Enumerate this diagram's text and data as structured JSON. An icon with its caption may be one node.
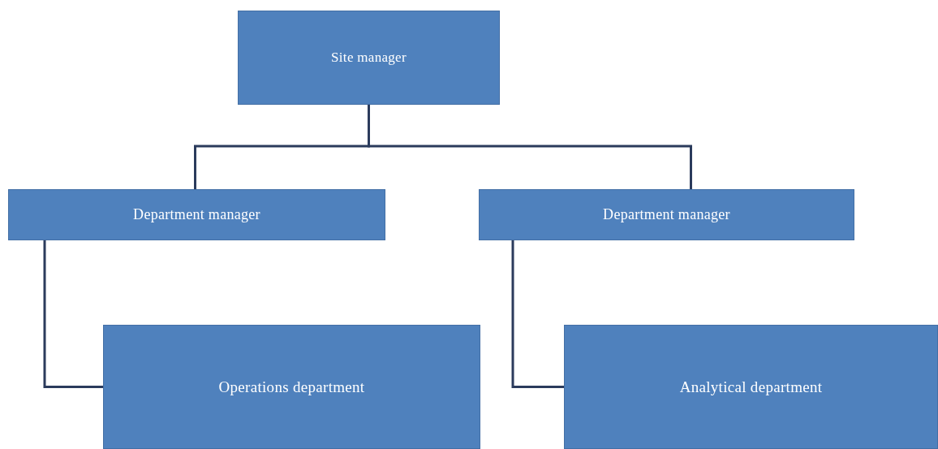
{
  "diagram": {
    "nodes": [
      {
        "text": [
          "Site manager"
        ]
      },
      {
        "text": [
          "Department manager"
        ]
      },
      {
        "text": [
          "Department manager"
        ]
      },
      {
        "text": [
          "Operations department"
        ]
      },
      {
        "text": [
          "Analytical department"
        ]
      }
    ],
    "edges": [
      {
        "from": 0,
        "to": 1,
        "arrow": "none"
      },
      {
        "from": 0,
        "to": 2,
        "arrow": "none"
      },
      {
        "from": 1,
        "to": 3,
        "arrow": "none"
      },
      {
        "from": 2,
        "to": 4,
        "arrow": "none"
      }
    ]
  }
}
